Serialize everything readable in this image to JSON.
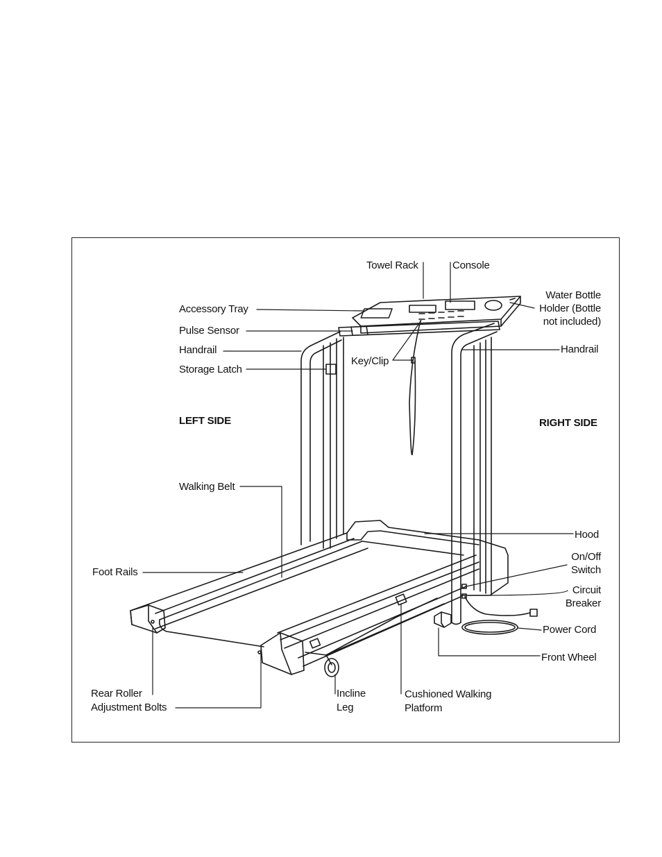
{
  "labels": {
    "towel_rack": "Towel Rack",
    "console": "Console",
    "water_bottle_1": "Water Bottle",
    "water_bottle_2": "Holder (Bottle",
    "water_bottle_3": "not included)",
    "accessory_tray": "Accessory Tray",
    "pulse_sensor": "Pulse Sensor",
    "handrail_left": "Handrail",
    "handrail_right": "Handrail",
    "storage_latch": "Storage Latch",
    "key_clip": "Key/Clip",
    "left_side": "LEFT SIDE",
    "right_side": "RIGHT SIDE",
    "walking_belt": "Walking Belt",
    "hood": "Hood",
    "foot_rails": "Foot Rails",
    "onoff_1": "On/Off",
    "onoff_2": "Switch",
    "circuit_1": "Circuit",
    "circuit_2": "Breaker",
    "power_cord": "Power Cord",
    "front_wheel": "Front Wheel",
    "rear_roller_1": "Rear Roller",
    "rear_roller_2": "Adjustment Bolts",
    "incline_1": "Incline",
    "incline_2": "Leg",
    "cushioned_1": "Cushioned Walking",
    "cushioned_2": "Platform"
  }
}
